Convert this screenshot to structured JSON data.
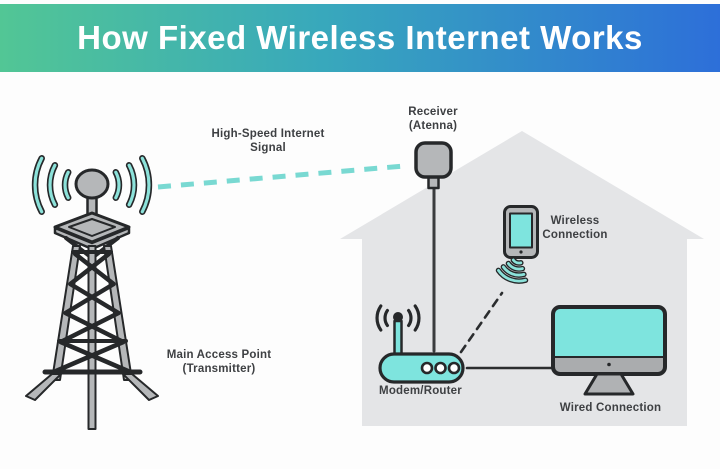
{
  "header": {
    "title": "How Fixed Wireless Internet Works",
    "gradient_start": "#52c695",
    "gradient_end": "#2d6fd9",
    "text_color": "#ffffff"
  },
  "labels": {
    "signal": "High-Speed Internet\nSignal",
    "receiver": "Receiver\n(Atenna)",
    "main_access_point": "Main Access Point\n(Transmitter)",
    "wireless_connection": "Wireless\nConnection",
    "modem_router": "Modem/Router",
    "wired_connection": "Wired Connection"
  },
  "icons": {
    "transmitter": "radio-tower-icon",
    "transmitter_signal": "tower-signal-arcs-icon",
    "signal_path": "dashed-signal-line",
    "receiver": "receiver-antenna-icon",
    "building": "house-icon",
    "modem": "modem-router-icon",
    "phone": "smartphone-icon",
    "phone_signal": "phone-wifi-icon",
    "computer": "desktop-monitor-icon"
  },
  "colors": {
    "teal_fill": "#7ee4de",
    "teal_arc": "#8ce2da",
    "signal_dash": "#79d9d2",
    "outline": "#26282a",
    "device_gray": "#b5b7b9",
    "house_gray": "#e4e5e7",
    "label_text": "#3e4043"
  }
}
